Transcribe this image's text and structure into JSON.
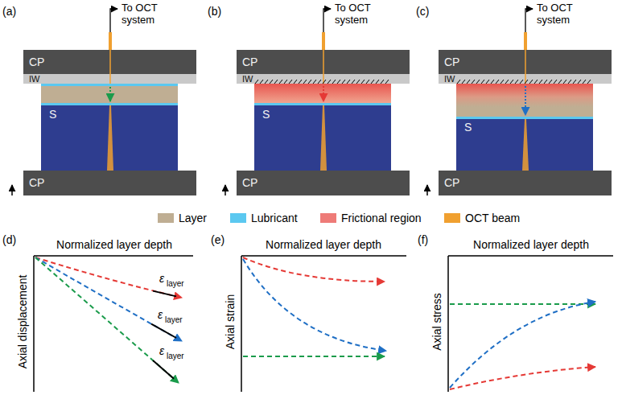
{
  "diagram": {
    "nodes": [
      {
        "text": [
          "CP"
        ]
      },
      {
        "text": [
          "IW"
        ]
      },
      {
        "text": [
          "S"
        ]
      },
      {
        "text": [
          "CP"
        ]
      },
      {
        "text": [
          "CP"
        ]
      },
      {
        "text": [
          "IW"
        ]
      },
      {
        "text": [
          "S"
        ]
      },
      {
        "text": [
          "CP"
        ]
      },
      {
        "text": [
          "CP"
        ]
      },
      {
        "text": [
          "IW"
        ]
      },
      {
        "text": [
          "S"
        ]
      },
      {
        "text": [
          "CP"
        ]
      }
    ],
    "labels": [
      "(a)",
      "To OCT system",
      "(b)",
      "To OCT system",
      "(c)",
      "To OCT system",
      "(d)",
      "Normalized layer depth",
      "Axial displacement",
      "ε",
      "layer",
      "ε",
      "layer",
      "ε",
      "layer",
      "(e)",
      "Normalized layer depth",
      "Axial strain",
      "(f)",
      "Normalized layer depth",
      "Axial stress"
    ],
    "legend": [
      {
        "text": "Layer",
        "color": "#bfae93"
      },
      {
        "text": "Lubricant",
        "color": "#5bc8f0"
      },
      {
        "text": "Frictional region",
        "color": "#ee7b78"
      },
      {
        "text": "OCT beam",
        "color": "#f0a030"
      }
    ]
  }
}
